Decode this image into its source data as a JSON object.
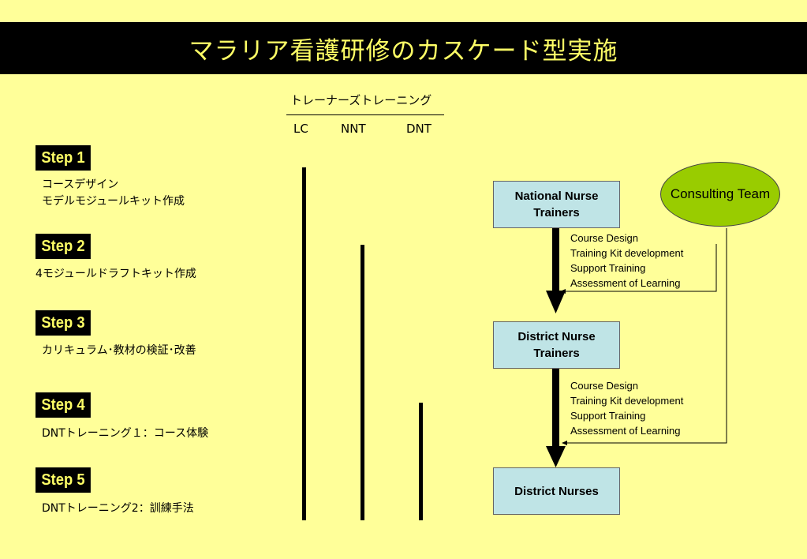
{
  "title": "マラリア看護研修のカスケード型実施",
  "header": {
    "group_label": "トレーナーズトレーニング",
    "columns": [
      "LC",
      "NNT",
      "DNT"
    ]
  },
  "steps": [
    {
      "badge": "Step 1",
      "lines": [
        "コースデザイン",
        "モデルモジュールキット作成"
      ]
    },
    {
      "badge": "Step 2",
      "lines": [
        "4モジュールドラフトキット作成"
      ]
    },
    {
      "badge": "Step 3",
      "lines": [
        "カリキュラム･教材の検証･改善"
      ]
    },
    {
      "badge": "Step 4",
      "lines": [
        "DNTトレーニング１：コース体験"
      ]
    },
    {
      "badge": "Step 5",
      "lines": [
        "DNTトレーニング2：訓練手法"
      ]
    }
  ],
  "flow": {
    "boxes": [
      "National Nurse\nTrainers",
      "District Nurse\nTrainers",
      "District Nurses"
    ],
    "consulting": "Consulting Team",
    "activities_1": [
      "Course Design",
      "Training Kit development",
      "Support Training",
      "Assessment of Learning"
    ],
    "activities_2": [
      "Course Design",
      "Training Kit development",
      "Support Training",
      "Assessment of Learning"
    ]
  },
  "colors": {
    "background": "#FFFF99",
    "title_text": "#FFFF66",
    "box_fill": "#BFE4E6",
    "ellipse_fill": "#99CC00"
  }
}
